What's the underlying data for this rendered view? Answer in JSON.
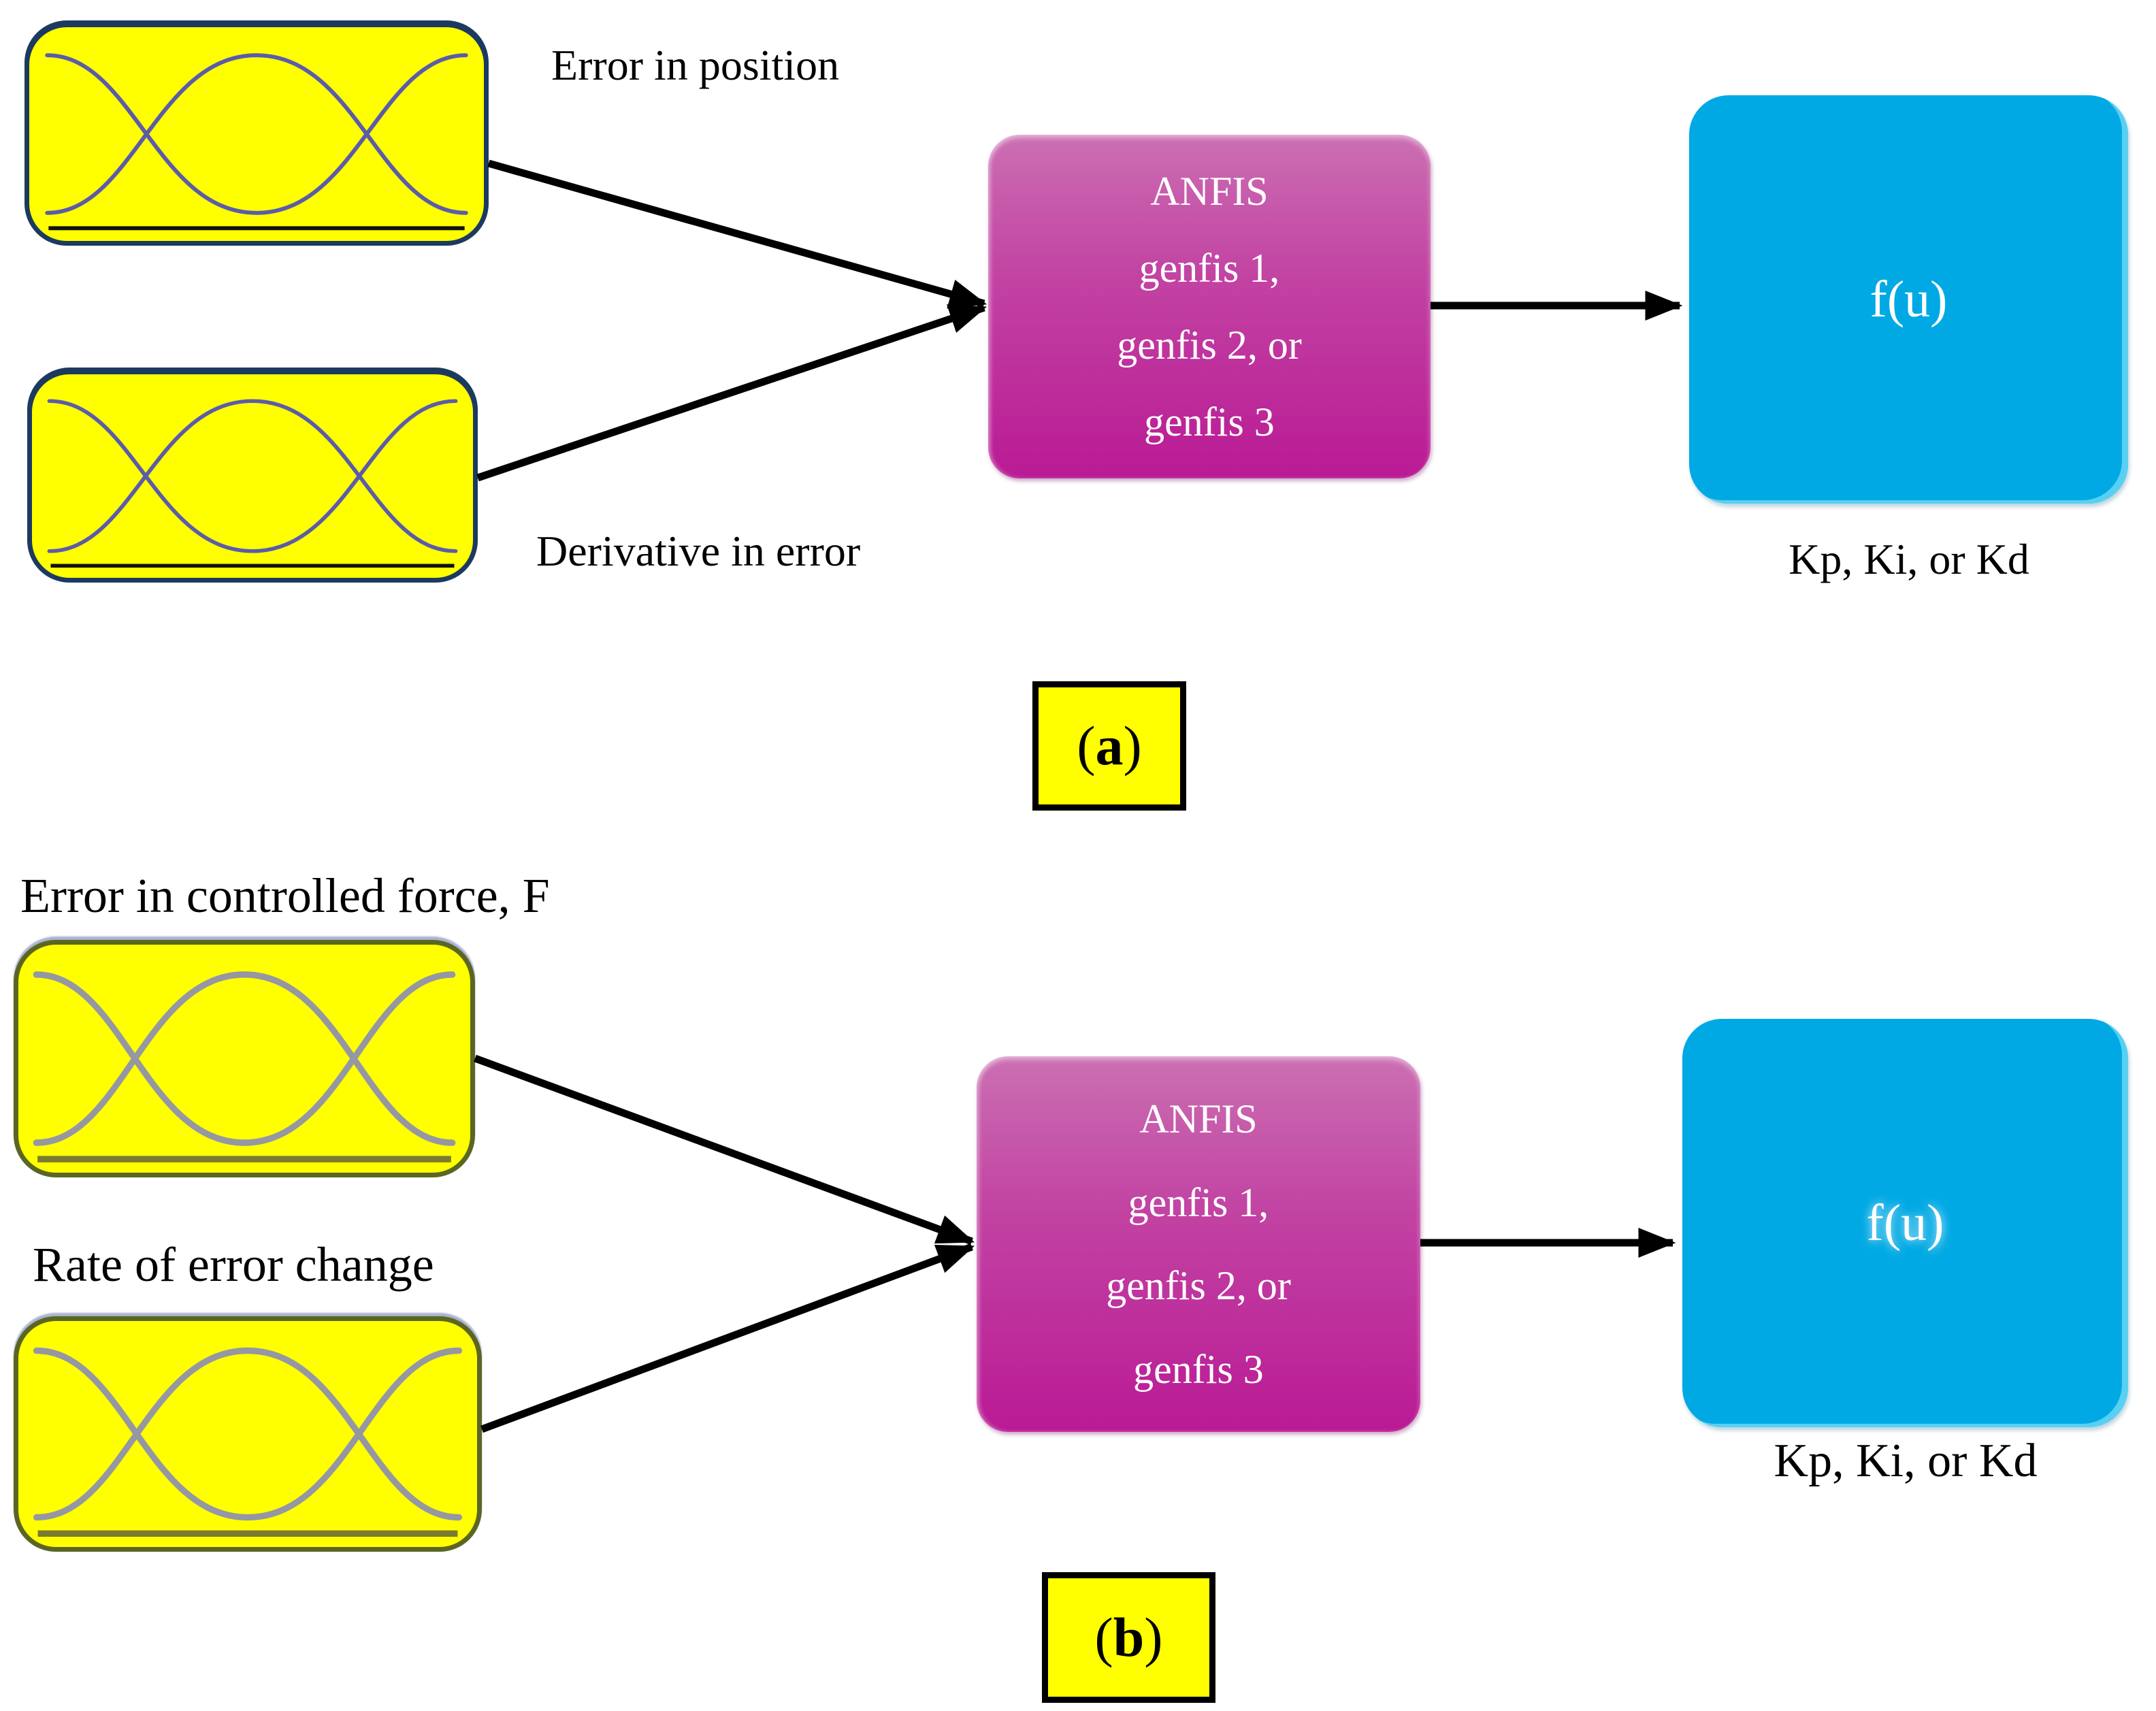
{
  "diagram_a": {
    "input1_label": "Error in position",
    "input2_label": "Derivative in error",
    "anfis": {
      "lines": [
        "ANFIS",
        "genfis 1,",
        "genfis 2, or",
        "genfis 3"
      ]
    },
    "output_box_label": "f(u)",
    "output_caption": "Kp, Ki, or Kd",
    "caption": {
      "open": "(",
      "letter": "a",
      "close": ")"
    }
  },
  "diagram_b": {
    "input1_label": "Error in controlled force, F",
    "input2_label": "Rate of error change",
    "anfis": {
      "lines": [
        "ANFIS",
        "genfis 1,",
        "genfis 2, or",
        "genfis 3"
      ]
    },
    "output_box_label": "f(u)",
    "output_caption": "Kp, Ki, or Kd",
    "caption": {
      "open": "(",
      "letter": "b",
      "close": ")"
    }
  },
  "colors": {
    "input_box_fill": "#ffff00",
    "input_border_a": "#1c3a60",
    "input_border_b": "#5b6623",
    "curve_a": "#5b5ca9",
    "curve_b": "#9597a3",
    "anfis_gradient_top": "#cb6fb2",
    "anfis_gradient_bottom": "#ba1a95",
    "output_fill": "#00a9e4",
    "caption_fill": "#ffff00",
    "arrow": "#000000",
    "text_light": "#ffffff",
    "text_dark": "#000000"
  }
}
